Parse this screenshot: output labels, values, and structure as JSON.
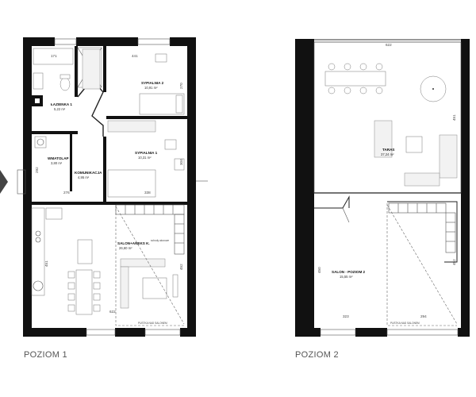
{
  "levels": {
    "level1": "POZIOM 1",
    "level2": "POZIOM 2"
  },
  "level1_rooms": {
    "lazienka": {
      "name": "ŁAZIENKA 1",
      "area": "5,22 m²"
    },
    "sypialnia2": {
      "name": "SYPIALNIA 2",
      "area": "10,91 m²"
    },
    "sypialnia1": {
      "name": "SYPIALNIA 1",
      "area": "10,31 m²"
    },
    "wmatolap": {
      "name": "WMATOLAP",
      "area": "3,80 m²"
    },
    "komunikacja": {
      "name": "KOMUNIKACJA",
      "area": "4,95 m²"
    },
    "salon": {
      "name": "SALON+ANEKS K.",
      "area": "26,60 m²"
    }
  },
  "level2_rooms": {
    "taras": {
      "name": "TARAS",
      "area": "37,24 m²"
    },
    "salon2": {
      "name": "SALON - POZIOM 2",
      "area": "15,55 m²"
    }
  },
  "dimensions1": {
    "d171": "171",
    "d441": "441",
    "d270": "270",
    "d292": "292",
    "d276": "276",
    "d338": "338",
    "d304": "304",
    "d451": "451",
    "d452": "452",
    "d622": "622"
  },
  "dimensions2": {
    "d622": "622",
    "d451": "451",
    "d452": "452",
    "d450": "450",
    "d323": "323",
    "d294": "294"
  },
  "notes": {
    "stairs": "schody ażurowe",
    "void": "PUSTKA NAD SALONEM",
    "void2": "PUSTKA NAD SALONEM"
  }
}
